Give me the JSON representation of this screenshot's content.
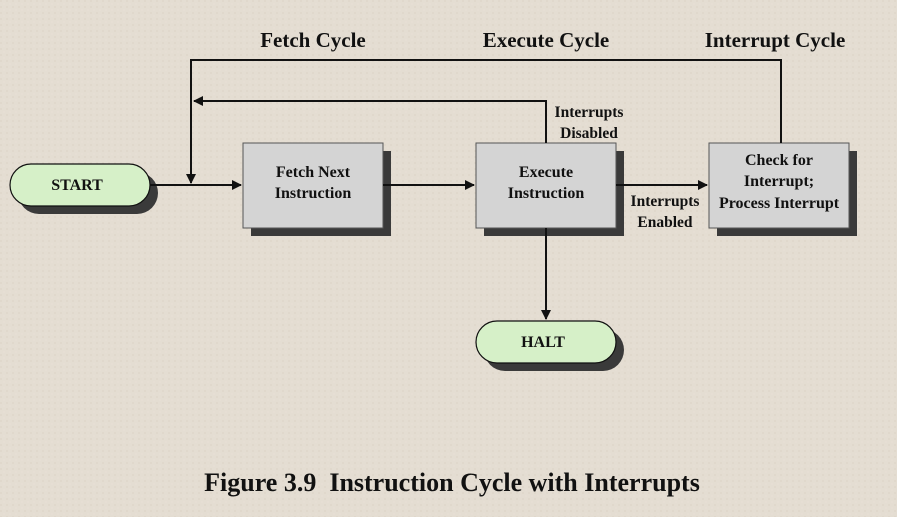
{
  "phases": {
    "fetch": "Fetch Cycle",
    "execute": "Execute Cycle",
    "interrupt": "Interrupt Cycle"
  },
  "nodes": {
    "start": "START",
    "fetch_line1": "Fetch Next",
    "fetch_line2": "Instruction",
    "execute_line1": "Execute",
    "execute_line2": "Instruction",
    "check_line1": "Check for",
    "check_line2": "Interrupt;",
    "check_line3": "Process Interrupt",
    "halt": "HALT"
  },
  "edges": {
    "disabled_line1": "Interrupts",
    "disabled_line2": "Disabled",
    "enabled_line1": "Interrupts",
    "enabled_line2": "Enabled"
  },
  "caption": "Figure 3.9  Instruction Cycle with Interrupts",
  "colors": {
    "background": "#e4ddd2",
    "terminal_fill": "#d6f0c8",
    "process_fill": "#d4d4d4",
    "shadow": "#3a3a3a",
    "line": "#111111"
  }
}
